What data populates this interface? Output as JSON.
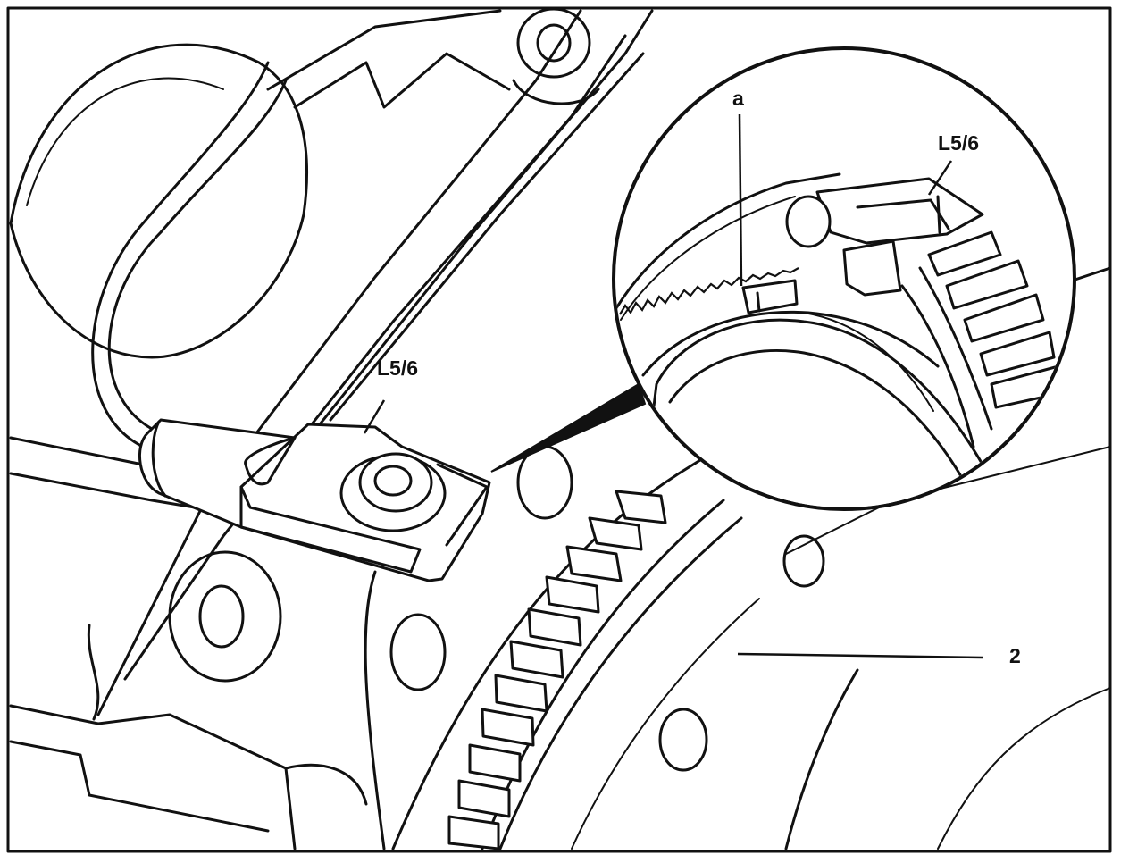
{
  "diagram": {
    "labels": {
      "sensor_main": "L5/6",
      "sensor_detail": "L5/6",
      "gap": "a",
      "flywheel": "2"
    },
    "icons": [
      "crankshaft-position-sensor-icon",
      "flywheel-icon",
      "detail-magnifier-icon"
    ],
    "colors": {
      "ink": "#111111",
      "paper": "#ffffff"
    }
  }
}
